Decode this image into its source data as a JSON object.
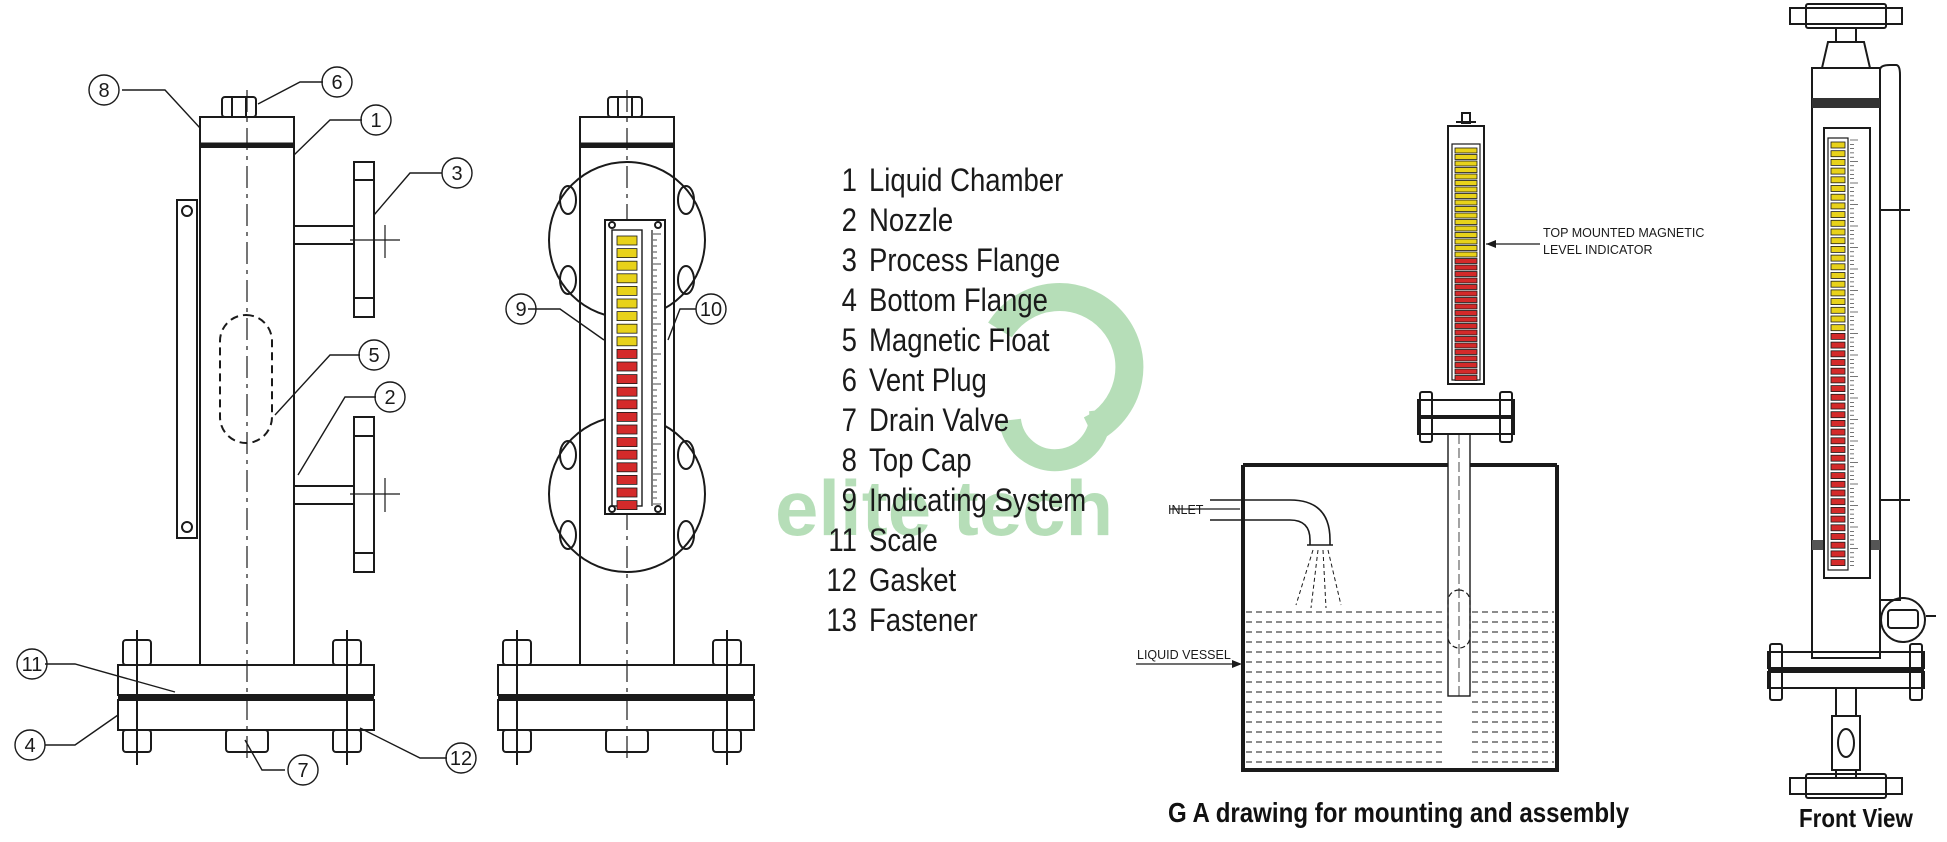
{
  "legend": [
    {
      "num": "1",
      "label": "Liquid Chamber"
    },
    {
      "num": "2",
      "label": "Nozzle"
    },
    {
      "num": "3",
      "label": "Process Flange"
    },
    {
      "num": "4",
      "label": "Bottom Flange"
    },
    {
      "num": "5",
      "label": "Magnetic Float"
    },
    {
      "num": "6",
      "label": "Vent Plug"
    },
    {
      "num": "7",
      "label": "Drain Valve"
    },
    {
      "num": "8",
      "label": "Top Cap"
    },
    {
      "num": "9",
      "label": "Indicating System"
    },
    {
      "num": "11",
      "label": "Scale"
    },
    {
      "num": "12",
      "label": "Gasket"
    },
    {
      "num": "13",
      "label": "Fastener"
    }
  ],
  "callouts": [
    "1",
    "2",
    "3",
    "4",
    "5",
    "6",
    "7",
    "8",
    "9",
    "10",
    "11",
    "12"
  ],
  "labels": {
    "top_mounted_1": "TOP MOUNTED MAGNETIC",
    "top_mounted_2": "LEVEL INDICATOR",
    "inlet": "INLET",
    "liquid_vessel": "LIQUID VESSEL"
  },
  "captions": {
    "ga_drawing": "G A drawing for mounting and assembly",
    "front_view": "Front View"
  },
  "watermark": "elite tech",
  "colors": {
    "line": "#1a1a1a",
    "flag_yellow": "#e8d21a",
    "flag_red": "#d42a2a",
    "watermark": "#7cc47f"
  }
}
